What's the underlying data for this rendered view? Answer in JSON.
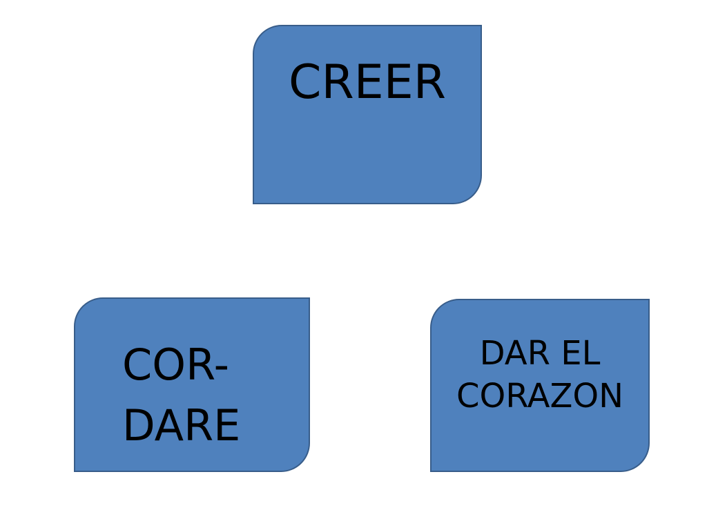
{
  "diagram": {
    "nodes": [
      {
        "id": "top",
        "label": "CREER"
      },
      {
        "id": "left",
        "label": "COR-\nDARE"
      },
      {
        "id": "right",
        "label": "DAR EL\nCORAZON"
      }
    ]
  },
  "colors": {
    "box_fill": "#4f81bd",
    "box_border": "#385d8a",
    "text": "#000000",
    "background": "#ffffff"
  }
}
